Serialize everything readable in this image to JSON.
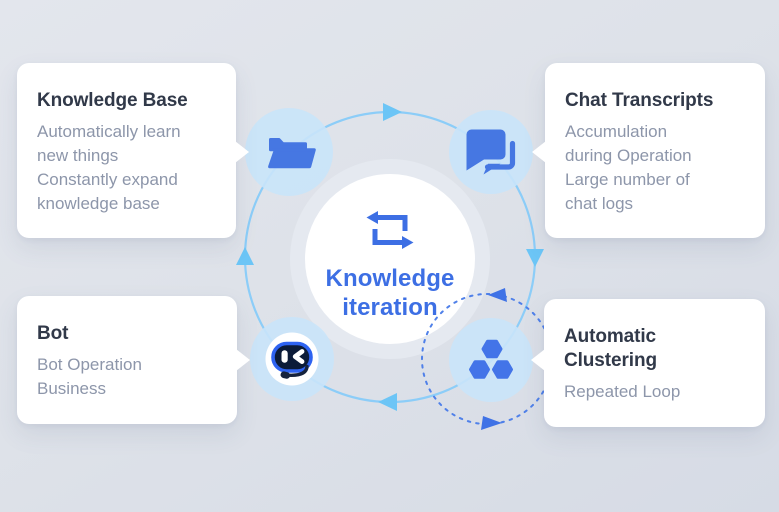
{
  "center": {
    "title": "Knowledge\niteration",
    "icon": "loop-repeat-icon"
  },
  "cycle": {
    "direction": "clockwise",
    "inner_loop": {
      "node": "automatic-clustering",
      "style": "dashed-circle",
      "direction": "counterclockwise"
    }
  },
  "nodes": [
    {
      "id": "knowledge-base",
      "position": "top-left",
      "icon": "open-folder-icon",
      "title": "Knowledge Base",
      "description": "Automatically learn\nnew things\nConstantly expand\nknowledge base"
    },
    {
      "id": "chat-transcripts",
      "position": "top-right",
      "icon": "chat-bubbles-icon",
      "title": "Chat Transcripts",
      "description": "Accumulation\nduring Operation\nLarge number of\nchat logs"
    },
    {
      "id": "bot",
      "position": "bottom-left",
      "icon": "robot-headset-icon",
      "title": "Bot",
      "description": "Bot Operation\nBusiness"
    },
    {
      "id": "automatic-clustering",
      "position": "bottom-right",
      "icon": "hexagon-cluster-icon",
      "title": "Automatic\nClustering",
      "description": "Repeated Loop"
    }
  ],
  "colors": {
    "background": "#DEE2E9",
    "card": "#FFFFFF",
    "title_text": "#313949",
    "description_text": "#8D96AA",
    "icon_blue": "#4677E2",
    "center_blue": "#3D6FE4",
    "ring": "#8CCDF8",
    "ring_arrow": "#6CC5F6",
    "dashed_loop": "#4F80E9",
    "icon_circle": "#C9E4FA",
    "bot_face": "#0B1B38",
    "bot_ring": "#2E63F1"
  }
}
